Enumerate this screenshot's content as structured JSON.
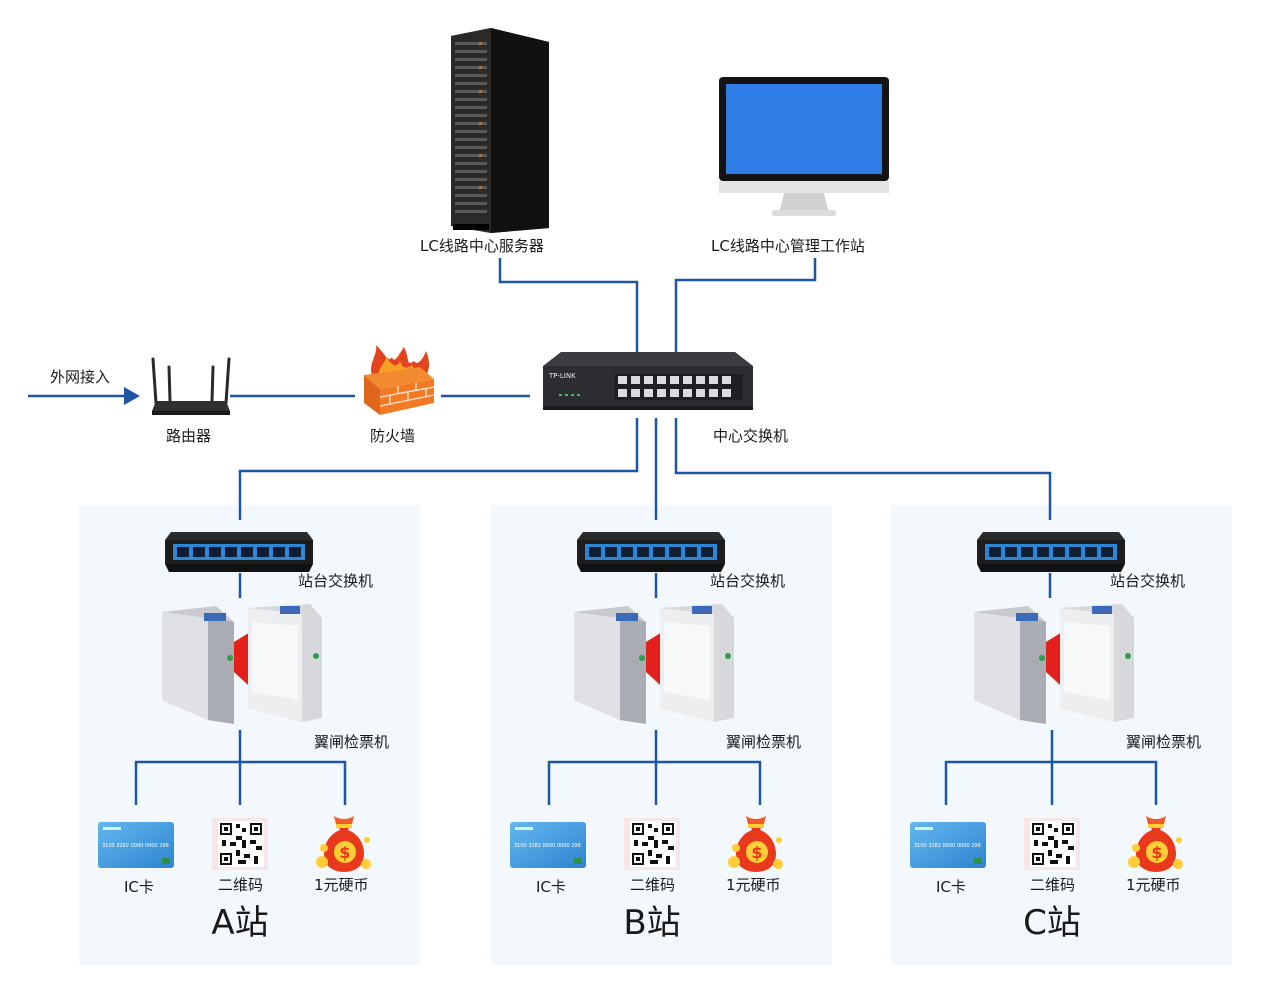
{
  "colors": {
    "line": "#1f55a6",
    "station_bg": "#f3f8fc",
    "monitor_screen": "#2f7de6"
  },
  "central": {
    "server_label": "LC线路中心服务器",
    "workstation_label": "LC线路中心管理工作站",
    "external_label": "外网接入",
    "router_label": "路由器",
    "firewall_label": "防火墙",
    "core_switch_label": "中心交换机",
    "core_switch_brand": "TP-LINK"
  },
  "stations": [
    {
      "name": "A站",
      "switch_label": "站台交换机",
      "gate_label": "翼闸检票机",
      "payments": [
        {
          "label": "IC卡",
          "icon": "ic-card-icon",
          "card_number": "3100 3282 0000 0000 298"
        },
        {
          "label": "二维码",
          "icon": "qr-code-icon"
        },
        {
          "label": "1元硬币",
          "icon": "money-bag-icon"
        }
      ]
    },
    {
      "name": "B站",
      "switch_label": "站台交换机",
      "gate_label": "翼闸检票机",
      "payments": [
        {
          "label": "IC卡",
          "icon": "ic-card-icon",
          "card_number": "3100 3282 0000 0000 298"
        },
        {
          "label": "二维码",
          "icon": "qr-code-icon"
        },
        {
          "label": "1元硬币",
          "icon": "money-bag-icon"
        }
      ]
    },
    {
      "name": "C站",
      "switch_label": "站台交换机",
      "gate_label": "翼闸检票机",
      "payments": [
        {
          "label": "IC卡",
          "icon": "ic-card-icon",
          "card_number": "3100 3282 0000 0000 298"
        },
        {
          "label": "二维码",
          "icon": "qr-code-icon"
        },
        {
          "label": "1元硬币",
          "icon": "money-bag-icon"
        }
      ]
    }
  ]
}
